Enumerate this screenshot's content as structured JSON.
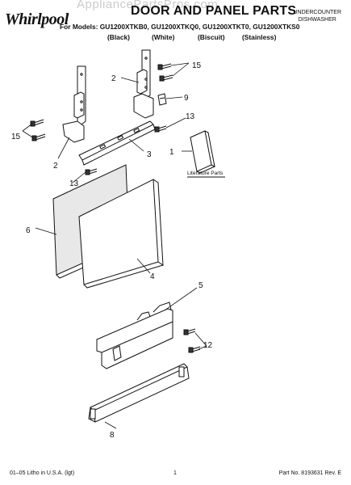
{
  "header": {
    "watermark": "AppliancePartsPros.com",
    "brand": "Whirlpool",
    "title": "DOOR AND PANEL PARTS",
    "models": "For Models: GU1200XTKB0, GU1200XTKQ0, GU1200XTKT0, GU1200XTKS0",
    "colors": [
      "(Black)",
      "(White)",
      "(Biscuit)",
      "(Stainless)"
    ],
    "product_line1": "UNDERCOUNTER",
    "product_line2": "DISHWASHER"
  },
  "callouts": [
    "15",
    "2",
    "9",
    "13",
    "1",
    "15",
    "2",
    "3",
    "13",
    "6",
    "4",
    "5",
    "12",
    "8"
  ],
  "literature_label": "Literature Parts",
  "footer": {
    "left": "01–05 Litho in U.S.A. (lgt)",
    "center": "1",
    "right": "Part No. 8193631 Rev. E"
  }
}
